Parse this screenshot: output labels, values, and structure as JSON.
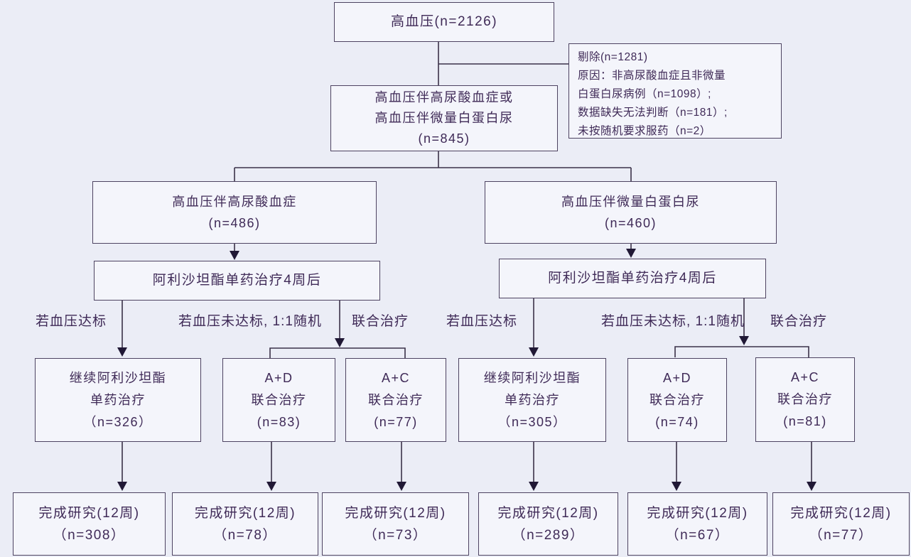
{
  "colors": {
    "background": "#ebedf6",
    "box_fill": "#f4f5fb",
    "box_border": "#4d4361",
    "text": "#3f2a57",
    "connector_line": "#3a3148",
    "arrowhead": "#201835"
  },
  "flow": {
    "hypertension": "高血压(n=2126)",
    "excluded": [
      "剔除(n=1281)",
      "原因：非高尿酸血症且非微量",
      "白蛋白尿病例（n=1098）;",
      "数据缺失无法判断（n=181）;",
      "未按随机要求服药（n=2）"
    ],
    "eligible": [
      "高血压伴高尿酸血症或",
      "高血压伴微量白蛋白尿",
      "(n=845)"
    ],
    "branch_hua": [
      "高血压伴高尿酸血症",
      "(n=486)"
    ],
    "branch_malb": [
      "高血压伴微量白蛋白尿",
      "(n=460)"
    ],
    "mono_left": "阿利沙坦酯单药治疗4周后",
    "mono_right": "阿利沙坦酯单药治疗4周后",
    "labels": {
      "reached_left": "若血压达标",
      "not_reached_left_1": "若血压未达标, 1:1随机",
      "not_reached_left_2": "联合治疗",
      "reached_right": "若血压达标",
      "not_reached_right_1": "若血压未达标, 1:1随机",
      "not_reached_right_2": "联合治疗"
    },
    "continue_left": [
      "继续阿利沙坦酯",
      "单药治疗",
      "（n=326）"
    ],
    "ad_left": [
      "A+D",
      "联合治疗",
      "(n=83)"
    ],
    "ac_left": [
      "A+C",
      "联合治疗",
      "(n=77)"
    ],
    "continue_right": [
      "继续阿利沙坦酯",
      "单药治疗",
      "（n=305）"
    ],
    "ad_right": [
      "A+D",
      "联合治疗",
      "(n=74)"
    ],
    "ac_right": [
      "A+C",
      "联合治疗",
      "(n=81)"
    ],
    "complete": [
      [
        "完成研究(12周)",
        "（n=308）"
      ],
      [
        "完成研究(12周)",
        "（n=78）"
      ],
      [
        "完成研究(12周)",
        "（n=73）"
      ],
      [
        "完成研究(12周)",
        "（n=289）"
      ],
      [
        "完成研究(12周)",
        "（n=67）"
      ],
      [
        "完成研究(12周)",
        "（n=77）"
      ]
    ]
  }
}
